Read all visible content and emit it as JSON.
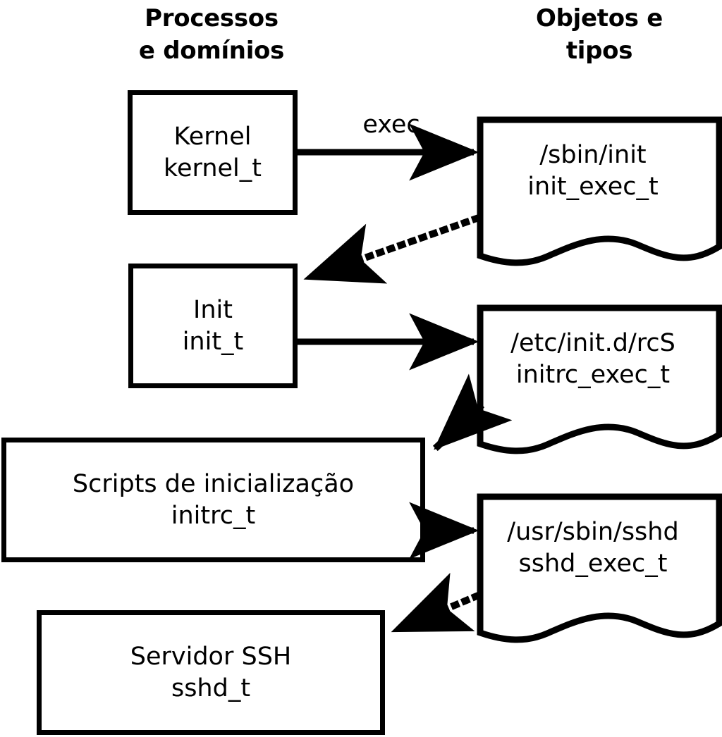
{
  "diagram": {
    "title_left": "Processos\ne domínios",
    "title_right": "Objetos e\ntipos",
    "stroke_color": "#000000",
    "background_color": "#ffffff"
  },
  "processes": [
    {
      "id": "kernel",
      "line1": "Kernel",
      "line2": "kernel_t"
    },
    {
      "id": "init",
      "line1": "Init",
      "line2": "init_t"
    },
    {
      "id": "initrc",
      "line1": "Scripts de inicialização",
      "line2": "initrc_t"
    },
    {
      "id": "sshd",
      "line1": "Servidor SSH",
      "line2": "sshd_t"
    }
  ],
  "objects": [
    {
      "id": "init_exec",
      "line1": "/sbin/init",
      "line2": "init_exec_t"
    },
    {
      "id": "initrc_exec",
      "line1": "/etc/init.d/rcS",
      "line2": "initrc_exec_t"
    },
    {
      "id": "sshd_exec",
      "line1": "/usr/sbin/sshd",
      "line2": "sshd_exec_t"
    }
  ],
  "edges": [
    {
      "id": "exec-kernel-init",
      "label": "exec",
      "style": "solid",
      "from": "kernel",
      "to": "init_exec"
    },
    {
      "id": "transition-init",
      "label": "",
      "style": "dotted",
      "from": "init_exec",
      "to": "init"
    },
    {
      "id": "exec-init-initrc",
      "label": "",
      "style": "solid",
      "from": "init",
      "to": "initrc_exec"
    },
    {
      "id": "transition-initrc",
      "label": "",
      "style": "dotted",
      "from": "initrc_exec",
      "to": "initrc"
    },
    {
      "id": "exec-initrc-sshd",
      "label": "",
      "style": "solid",
      "from": "initrc",
      "to": "sshd_exec"
    },
    {
      "id": "transition-sshd",
      "label": "",
      "style": "dotted",
      "from": "sshd_exec",
      "to": "sshd"
    }
  ]
}
